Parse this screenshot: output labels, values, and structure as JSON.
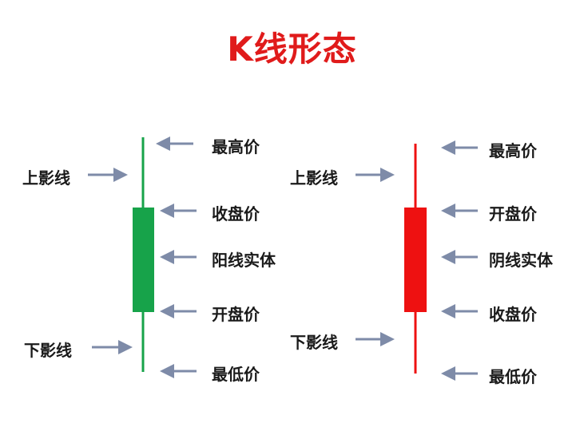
{
  "title": "K线形态",
  "colors": {
    "bull": "#17a34a",
    "bear": "#ee1111",
    "arrow": "#7e8ba8",
    "title": "#e01b1b",
    "text": "#1a1a1a"
  },
  "left_candle": {
    "labels": {
      "high": "最高价",
      "upper_shadow": "上影线",
      "close": "收盘价",
      "body": "阳线实体",
      "open": "开盘价",
      "lower_shadow": "下影线",
      "low": "最低价"
    }
  },
  "right_candle": {
    "labels": {
      "high": "最高价",
      "upper_shadow": "上影线",
      "open": "开盘价",
      "body": "阴线实体",
      "close": "收盘价",
      "lower_shadow": "下影线",
      "low": "最低价"
    }
  }
}
